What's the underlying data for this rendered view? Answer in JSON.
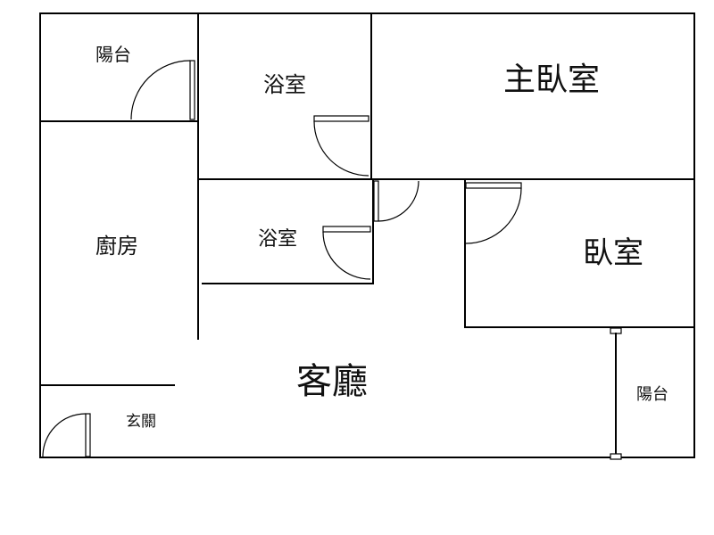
{
  "rooms": {
    "balcony_top_left": "陽台",
    "bathroom_upper": "浴室",
    "master_bedroom": "主臥室",
    "kitchen": "廚房",
    "bathroom_lower": "浴室",
    "bedroom": "臥室",
    "living_room": "客廳",
    "balcony_right": "陽台",
    "entrance": "玄關"
  },
  "colors": {
    "wall": "#000000",
    "background": "#ffffff"
  }
}
